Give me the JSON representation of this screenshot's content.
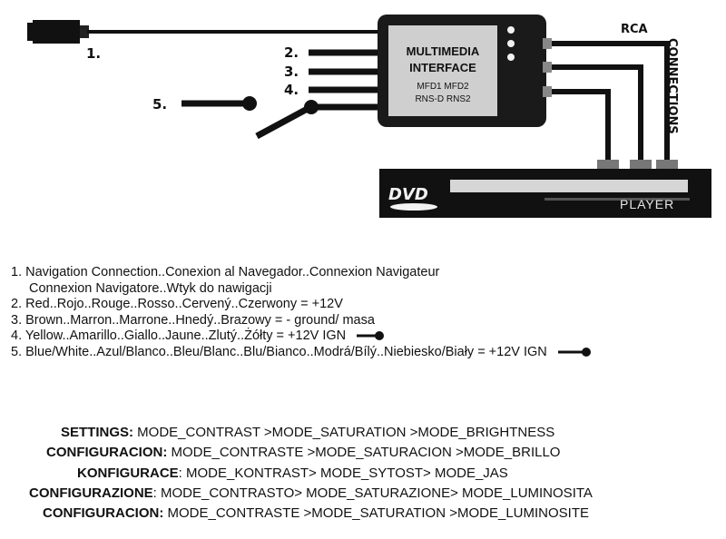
{
  "diagram": {
    "module": {
      "title_line1": "MULTIMEDIA",
      "title_line2": "INTERFACE",
      "label_row1": "MFD1  MFD2",
      "label_row2": "RNS-D  RNS2"
    },
    "rca_label": "RCA",
    "connections_label": "CONNECTIONS",
    "wire_labels": [
      "1.",
      "2.",
      "3.",
      "4.",
      "5."
    ],
    "dvd_logo": "DVD",
    "player_label": "PLAYER",
    "colors": {
      "ink": "#111111",
      "module_body": "#1a1a1a",
      "module_screen": "#cfcfcf",
      "player_body": "#111111"
    }
  },
  "legend": {
    "items": [
      {
        "line1": "1. Navigation Connection..Conexion al Navegador..Connexion Navigateur",
        "line2": "Connexion Navigatore..Wtyk do nawigacji"
      },
      {
        "line1": "2. Red..Rojo..Rouge..Rosso..Cervený..Czerwony = +12V"
      },
      {
        "line1": "3. Brown..Marron..Marrone..Hnedý..Brazowy = - ground/ masa"
      },
      {
        "line1": "4. Yellow..Amarillo..Giallo..Jaune..Zlutý..Żółty = +12V   IGN",
        "icon": "ignition-key-icon"
      },
      {
        "line1": "5. Blue/White..Azul/Blanco..Bleu/Blanc..Blu/Bianco..Modrá/Bílý..Niebiesko/Biały = +12V  IGN",
        "icon": "ignition-key-icon"
      }
    ]
  },
  "settings": [
    {
      "label": "SETTINGS:",
      "text": " MODE_CONTRAST >MODE_SATURATION >MODE_BRIGHTNESS"
    },
    {
      "label": "CONFIGURACION:",
      "text": " MODE_CONTRASTE >MODE_SATURACION >MODE_BRILLO"
    },
    {
      "label": "KONFIGURACE",
      "text": ": MODE_KONTRAST> MODE_SYTOST> MODE_JAS"
    },
    {
      "label": "CONFIGURAZIONE",
      "text": ": MODE_CONTRASTO> MODE_SATURAZIONE> MODE_LUMINOSITA"
    },
    {
      "label": "CONFIGURACION:",
      "text": " MODE_CONTRASTE >MODE_SATURATION >MODE_LUMINOSITE"
    }
  ]
}
